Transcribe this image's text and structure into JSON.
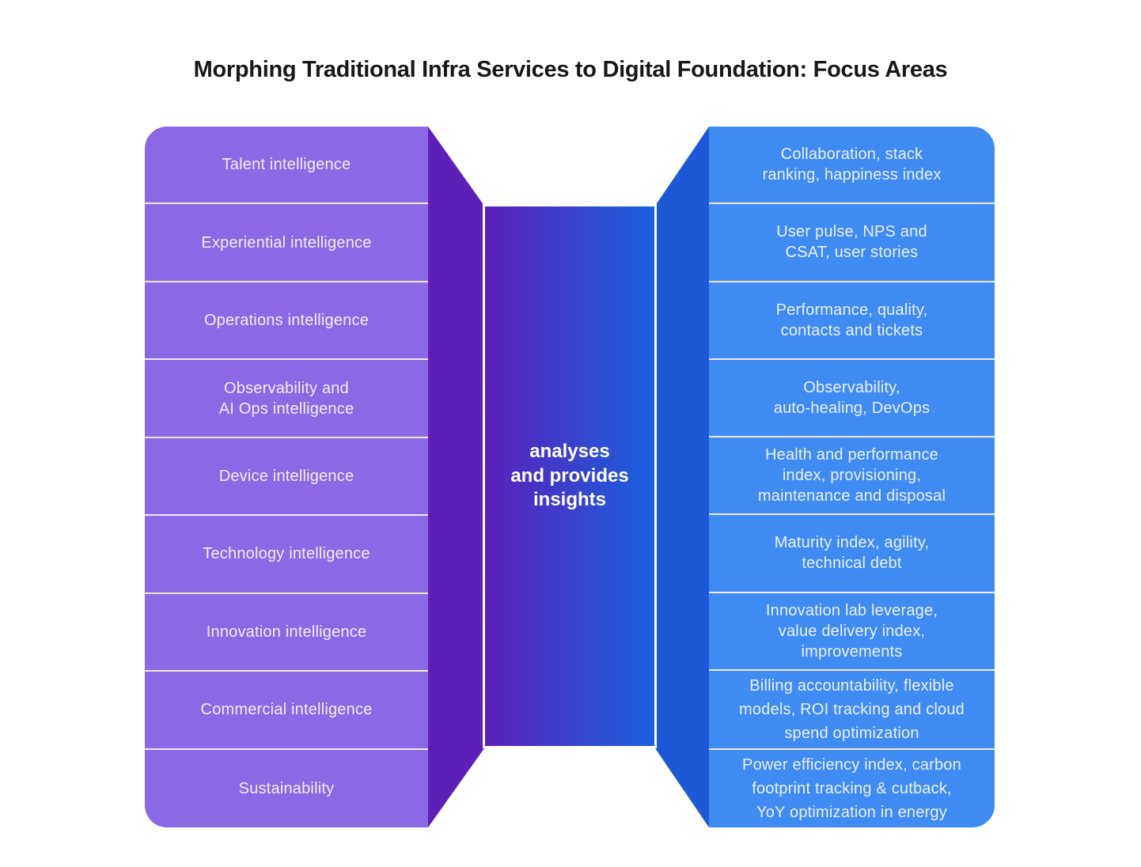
{
  "title": "Morphing Traditional Infra Services to Digital Foundation: Focus Areas",
  "left_panel": {
    "rows": [
      "Talent intelligence",
      "Experiential intelligence",
      "Operations intelligence",
      "Observability and\nAI Ops intelligence",
      "Device intelligence",
      "Technology intelligence",
      "Innovation intelligence",
      "Commercial intelligence",
      "Sustainability"
    ]
  },
  "middle": {
    "label": "analyses\nand provides\ninsights"
  },
  "right_panel": {
    "rows": [
      "Collaboration, stack\nranking, happiness index",
      "User pulse, NPS and\nCSAT, user stories",
      "Performance, quality,\ncontacts and tickets",
      "Observability,\nauto-healing, DevOps",
      "Health and performance\nindex, provisioning,\nmaintenance and disposal",
      "Maturity index, agility,\ntechnical debt",
      "Innovation lab leverage,\nvalue delivery index,\nimprovements",
      "Billing accountability, flexible\nmodels, ROI tracking and cloud\nspend optimization",
      "Power efficiency index, carbon\nfootprint tracking & cutback,\nYoY optimization in energy"
    ]
  },
  "colors": {
    "background": "#FFFFFF",
    "title_text": "#171718",
    "left_face": "#8A68E6",
    "left_side": "#5C20B6",
    "middle_gradient_from": "#5B20B8",
    "middle_gradient_to": "#1961E0",
    "middle_border": "#FFFFFF",
    "middle_text": "#FFFFFF",
    "right_face": "#3F8BF2",
    "right_side": "#1D59D6",
    "divider": "#EFE9F9",
    "left_text": "#F3EFFC",
    "right_text": "#E9F2FD"
  }
}
